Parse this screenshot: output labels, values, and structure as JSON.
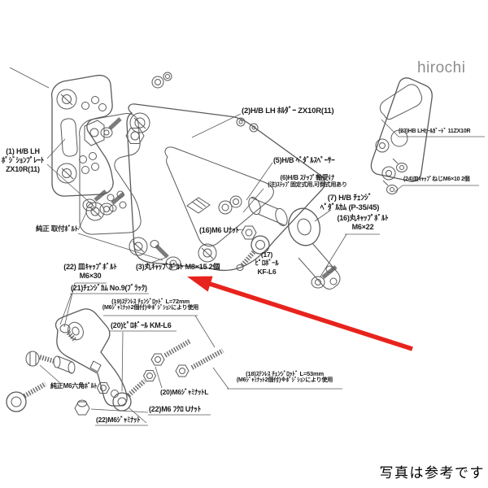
{
  "watermark": "hirochi",
  "footer_note": "写真は参考です",
  "colors": {
    "arrow": "#e8231d",
    "line": "#5a5a5a",
    "text": "#1a1a1a",
    "watermark": "#8d8d8d"
  },
  "labels": {
    "pos_plate": {
      "lines": [
        "(1) H/B LH",
        "ﾎﾟｼﾞｼｮﾝﾌﾟﾚｰﾄ",
        "ZX10R(11)"
      ]
    },
    "holder": {
      "text": "(2)H/B LH ﾎﾙﾀﾞｰ ZX10R(11)"
    },
    "heel_guard": {
      "text": "(23)HB LHﾋｰﾙｶﾞｰﾄﾞ 11ZX10R"
    },
    "cap_screw_m6x10": {
      "text": "(24)皿ｷｬｯﾌﾟねじM6×10 2個"
    },
    "pedal_spacer": {
      "text": "(5)H/B ﾍﾟﾀﾞﾙｽﾍﾟｰｻｰ"
    },
    "step_mount": {
      "lines": [
        "(6)H/B ｽﾃｯﾌﾟ軸受け",
        "(注)ｽﾃｯﾌﾟ固定式用,可倒式用あり"
      ]
    },
    "change_pedal_cam": {
      "lines": [
        "(7) H/B ﾁｪﾝｼﾞ",
        "ﾍﾟﾀﾞﾙｶﾑ (P-35/45)"
      ]
    },
    "m6_u_nut": {
      "text": "(16)M6 Uﾅｯﾄ"
    },
    "pillow_kf": {
      "lines": [
        "(17)",
        "ﾋﾟﾛﾎﾞｰﾙ",
        "KF-L6"
      ]
    },
    "round_cap_m6x22": {
      "lines": [
        "(16)丸ｷｬｯﾌﾟﾎﾞﾙﾄ",
        "M6×22"
      ]
    },
    "flat_cap_m6x30": {
      "lines": [
        "(22) 皿ｷｬｯﾌﾟﾎﾞﾙﾄ",
        "M6×30"
      ]
    },
    "round_cap_m8x15": {
      "text": "(3)丸ｷｬｯﾌﾟﾎﾞﾙﾄ M8×15 2個"
    },
    "change_cam": {
      "text": "(21)ﾁｪﾝｼﾞｶﾑ No.9(ﾌﾞﾗｯｸ)"
    },
    "rod_72": {
      "lines": [
        "(19)ｽﾃﾝﾚｽ ﾁｪﾝｼﾞﾛｯﾄﾞ L=72mm",
        "(M6ｼﾞｬﾐﾅｯﾄ2個付)※ﾎﾟｼﾞｼｮﾝにより使用"
      ]
    },
    "pillow_km": {
      "text": "(20)ﾋﾟﾛﾎﾞｰﾙ KM-L6"
    },
    "jam_nut_l": {
      "text": "(20)M6ｼﾞｬﾐﾅｯﾄL"
    },
    "fukuro_u_nut": {
      "text": "(22)M6 ﾌｸﾛ Uﾅｯﾄ"
    },
    "jam_nut": {
      "text": "(22)M6ｼﾞｬﾐﾅｯﾄ"
    },
    "oem_mount_bolt": {
      "text": "純正 取付ﾎﾞﾙﾄ"
    },
    "oem_hex_bolt": {
      "text": "純正M6六角ﾎﾞﾙﾄ"
    },
    "rod_53": {
      "lines": [
        "(18)ｽﾃﾝﾚｽ ﾁｪﾝｼﾞﾛｯﾄﾞ L=53mm",
        "(M6ｼﾞｬﾐﾅｯﾄ2個付)※ﾎﾟｼﾞｼｮﾝにより使用"
      ]
    }
  }
}
